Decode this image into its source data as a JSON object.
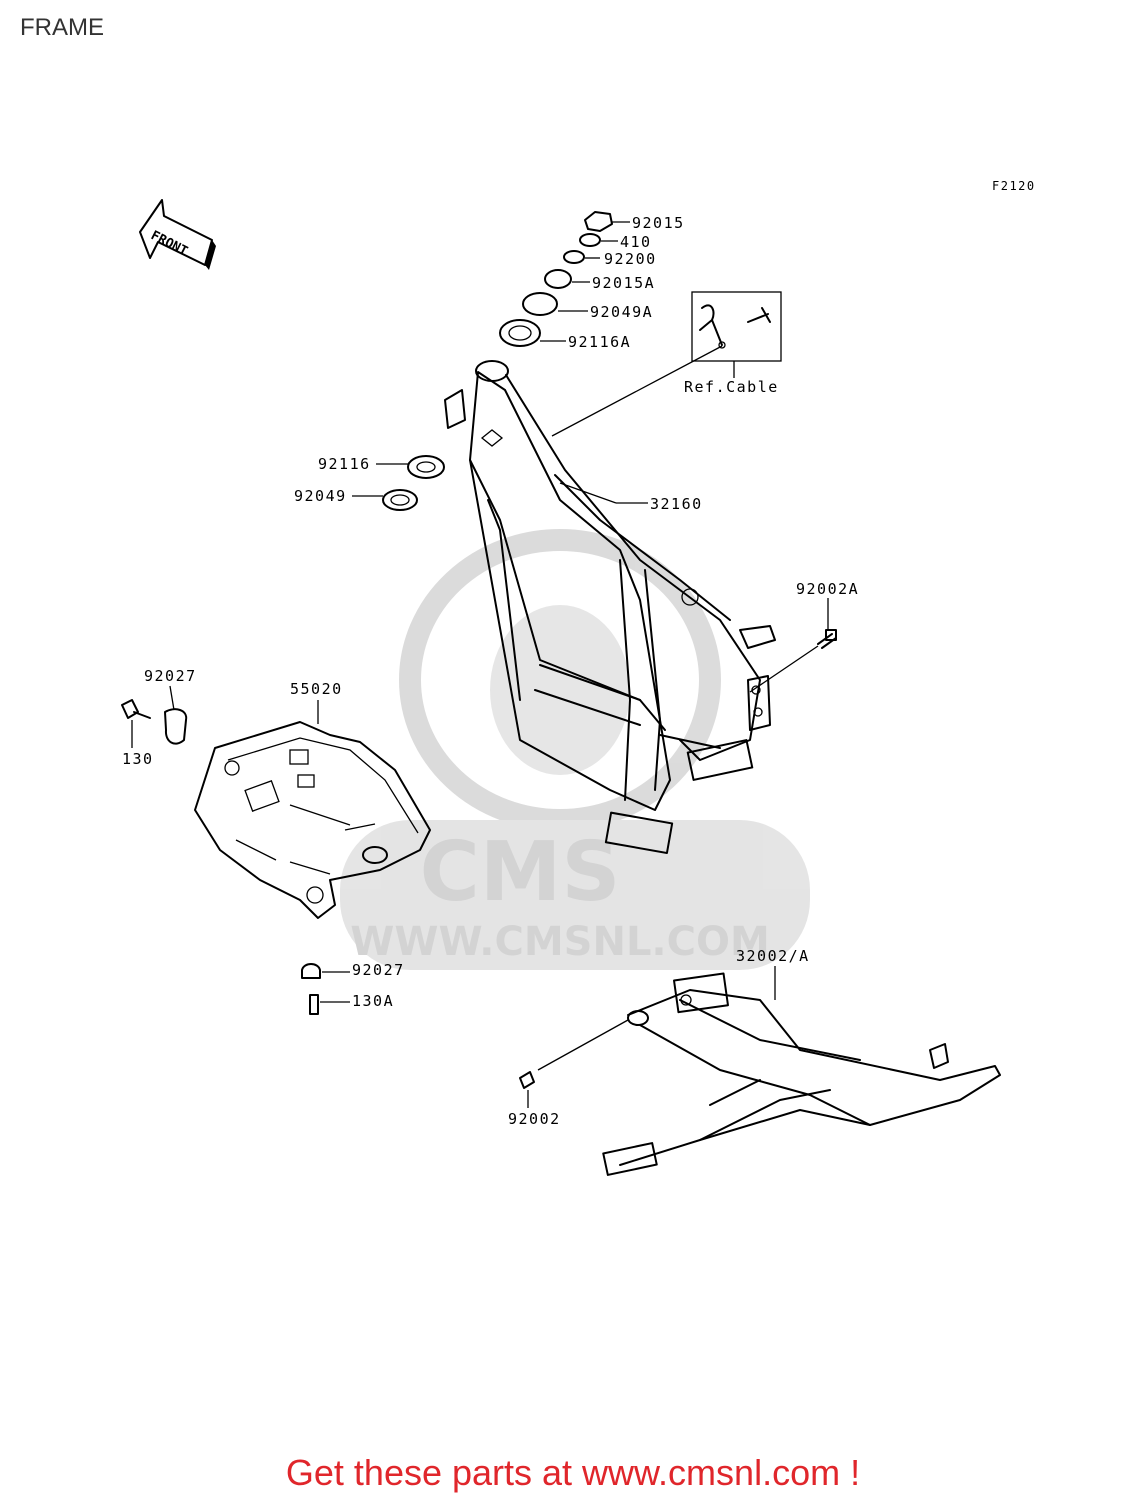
{
  "header": {
    "title": "FRAME"
  },
  "diagram": {
    "figure_code": "F2120",
    "front_arrow_text": "FRONT",
    "watermark": {
      "logo_text": "CMS",
      "url_text": "WWW.CMSNL.COM"
    },
    "callouts": {
      "p92015": "92015",
      "p410": "410",
      "p92200": "92200",
      "p92015A": "92015A",
      "p92049A": "92049A",
      "p92116A": "92116A",
      "ref_cable": "Ref.Cable",
      "p92116": "92116",
      "p92049": "92049",
      "p32160": "32160",
      "p92002A": "92002A",
      "p92027_top": "92027",
      "p130": "130",
      "p55020": "55020",
      "p92027_bottom": "92027",
      "p130A": "130A",
      "p32002A": "32002/A",
      "p92002": "92002"
    }
  },
  "footer": {
    "promo_text": "Get these parts at www.cmsnl.com !"
  },
  "colors": {
    "footer_text": "#e0262b",
    "title_text": "#333333",
    "watermark": "#cfcfcf"
  }
}
